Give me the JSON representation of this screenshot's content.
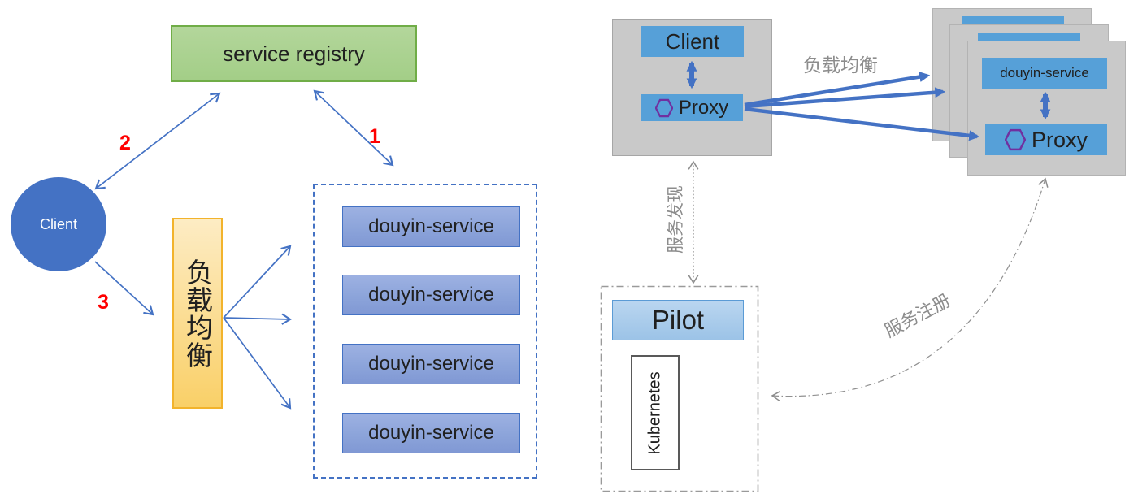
{
  "left_diagram": {
    "registry_label": "service registry",
    "client_label": "Client",
    "load_balancer_label": "负载均衡",
    "step_labels": {
      "step1": "1",
      "step2": "2",
      "step3": "3"
    },
    "services": [
      "douyin-service",
      "douyin-service",
      "douyin-service",
      "douyin-service"
    ]
  },
  "right_diagram": {
    "client_node": {
      "client_label": "Client",
      "proxy_label": "Proxy"
    },
    "load_balance_label": "负载均衡",
    "service_discovery_label": "服务发现",
    "service_registration_label": "服务注册",
    "service_node": {
      "service_label": "douyin-service",
      "proxy_label": "Proxy"
    },
    "pilot_label": "Pilot",
    "kubernetes_label": "Kubernetes"
  },
  "colors": {
    "accent_blue": "#4472C4",
    "node_blue": "#56A0D8",
    "service_fill": "#8CA4DA",
    "registry_green": "#A9D18E",
    "registry_border": "#70AD47",
    "lb_yellow": "#FBDC91",
    "lb_border": "#F2B32C",
    "gray_container": "#C9C9C9",
    "pilot_fill": "#9CC3E7",
    "hexagon_purple": "#7030A0",
    "label_gray": "#8C8C8C",
    "step_red": "#FF0000"
  }
}
